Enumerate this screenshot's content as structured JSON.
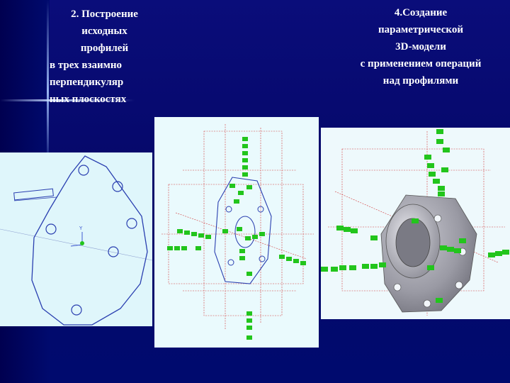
{
  "left_heading": {
    "line1": "2. Построение",
    "line2": "исходных",
    "line3": "профилей",
    "line4": "в трех взаимно",
    "line5": "перпендикуляр",
    "line6": "ных плоскостях"
  },
  "right_heading": {
    "line1": "4.Создание",
    "line2": "параметрической",
    "line3": "3D-модели",
    "line4": "с применением операций",
    "line5": "над профилями"
  },
  "colors": {
    "background": "#05086a",
    "heading_text": "#ffffff",
    "sketch_line": "#2a3fb0",
    "dimension_line": "#d23a3a",
    "constraint_tag": "#22c51c",
    "model_gray": "#9a9aa4"
  },
  "figures": {
    "profile_sketch": {
      "axis_label": "Y"
    }
  }
}
